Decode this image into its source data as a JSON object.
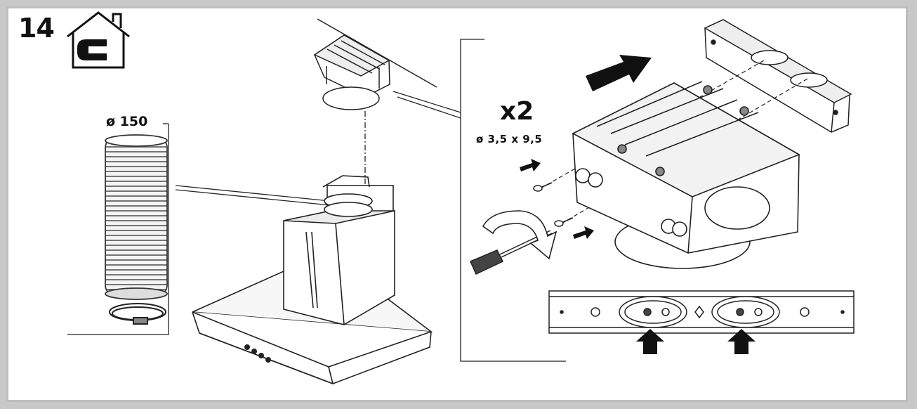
{
  "step": {
    "number": "14",
    "mode_badge_letter": "C",
    "mode_icon": "house-recirculation-icon"
  },
  "labels": {
    "duct_diameter": "ø 150",
    "screw_quantity": "x2",
    "screw_size": "ø 3,5 x 9,5"
  },
  "colors": {
    "line": "#222222",
    "frame_border": "#bdbdbd",
    "background": "#ffffff"
  }
}
